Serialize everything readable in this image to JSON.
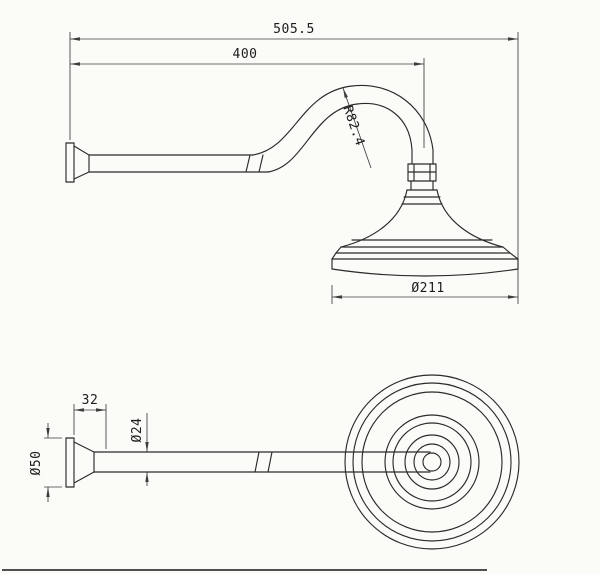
{
  "canvas": {
    "background": "#fbfbf8",
    "object_line_color": "#2b2b2b",
    "dimension_line_color": "#3d3d3d",
    "text_color": "#1c1c1c"
  },
  "views": {
    "side": {
      "title": "side-elevation-of-shower-arm-and-head",
      "dimensions": {
        "overall_length": "505.5",
        "arm_length": "400",
        "bend_radius": "R82.4",
        "head_diameter": "Ø211"
      }
    },
    "plan": {
      "title": "plan-view-of-shower-arm-and-head",
      "dimensions": {
        "flange_length": "32",
        "pipe_diameter": "Ø24",
        "flange_diameter": "Ø50"
      }
    }
  }
}
